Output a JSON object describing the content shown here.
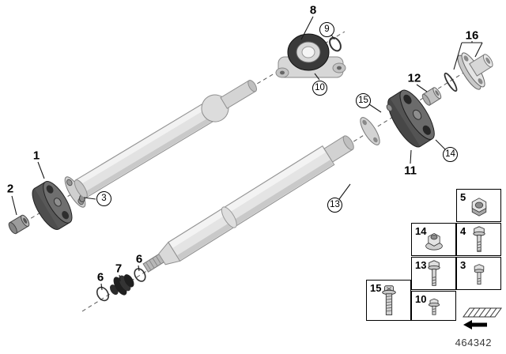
{
  "part_number": "464342",
  "callouts": [
    {
      "label": "8",
      "shape": "plain",
      "points_to": "center-bearing-assembly"
    },
    {
      "label": "9",
      "shape": "circled",
      "points_to": "dust-ring"
    },
    {
      "label": "10",
      "shape": "circled",
      "points_to": "bearing-bracket-bolt"
    },
    {
      "label": "16",
      "shape": "plain",
      "points_to": "rear-output-flange"
    },
    {
      "label": "12",
      "shape": "plain",
      "points_to": "centering-sleeve"
    },
    {
      "label": "15",
      "shape": "circled",
      "points_to": "flex-disc-rear-bolt"
    },
    {
      "label": "14",
      "shape": "circled",
      "points_to": "flex-disc-rear-nut"
    },
    {
      "label": "11",
      "shape": "plain",
      "points_to": "flex-disc-rear"
    },
    {
      "label": "13",
      "shape": "circled",
      "points_to": "rear-driveshaft-bolt"
    },
    {
      "label": "1",
      "shape": "plain",
      "points_to": "flex-disc-front"
    },
    {
      "label": "2",
      "shape": "plain",
      "points_to": "bushing"
    },
    {
      "label": "3",
      "shape": "circled",
      "points_to": "front-flange-bolt"
    },
    {
      "label": "6",
      "shape": "plain",
      "points_to": "retaining-ring-upper"
    },
    {
      "label": "7",
      "shape": "plain",
      "points_to": "boot"
    },
    {
      "label": "6",
      "shape": "plain",
      "points_to": "retaining-ring-lower"
    }
  ],
  "legend": {
    "cells": [
      {
        "label": "5",
        "icon": "hex-nut-icon"
      },
      {
        "label": "14",
        "icon": "flange-nut-icon"
      },
      {
        "label": "4",
        "icon": "hex-bolt-long-icon"
      },
      {
        "label": "13",
        "icon": "hex-bolt-long-icon"
      },
      {
        "label": "3",
        "icon": "hex-bolt-icon"
      },
      {
        "label": "15",
        "icon": "torx-bolt-icon"
      },
      {
        "label": "10",
        "icon": "flange-bolt-small-icon"
      }
    ],
    "direction_icon": "front-direction-arrow-icon"
  },
  "colors": {
    "line": "#1a1a1a",
    "dark_part": "#4e4e4e",
    "light_part": "#e4e4e4",
    "background": "#ffffff"
  }
}
